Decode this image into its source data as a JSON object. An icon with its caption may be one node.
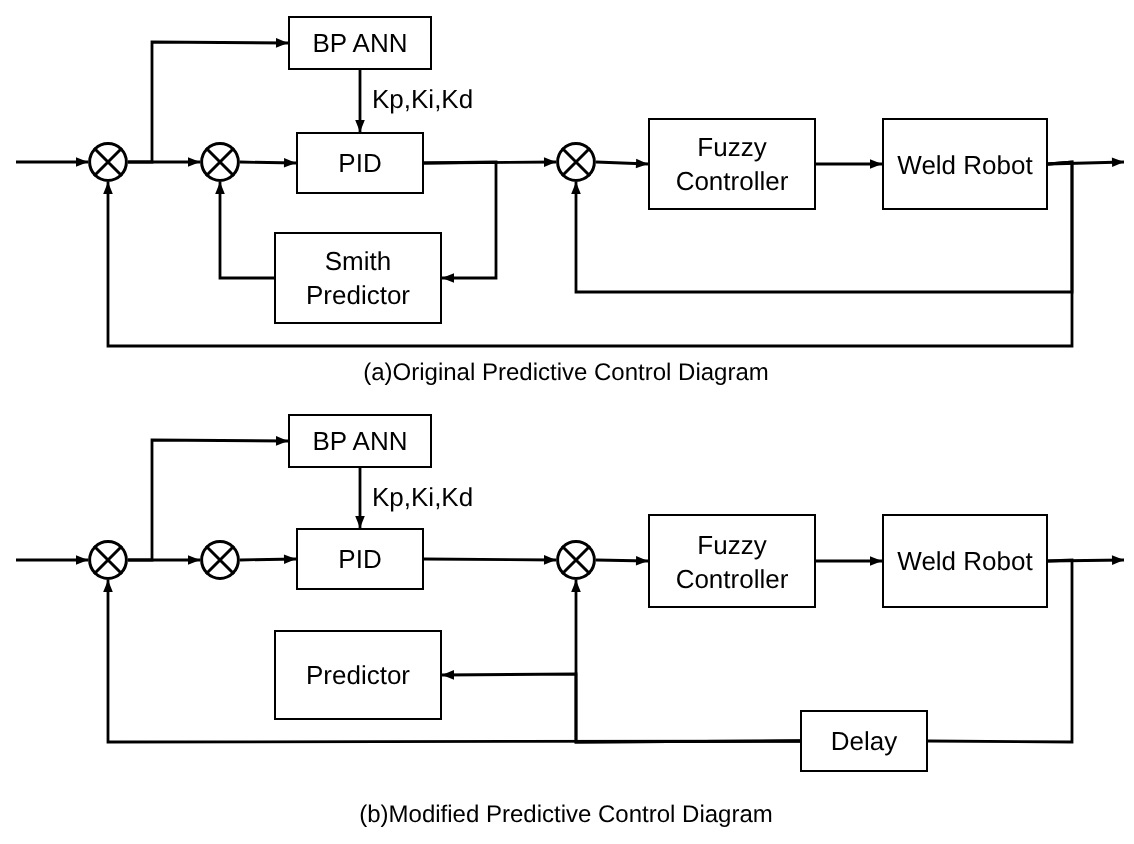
{
  "diagram": {
    "nodes": [
      {
        "text": [],
        "shape": "circle"
      },
      {
        "text": [
          "BP ANN"
        ]
      },
      {
        "text": [],
        "shape": "circle"
      },
      {
        "text": [
          "PID"
        ]
      },
      {
        "text": [
          "Smith Predictor"
        ]
      },
      {
        "text": [],
        "shape": "circle"
      },
      {
        "text": [
          "Fuzzy Controller"
        ]
      },
      {
        "text": [
          "Weld Robot"
        ]
      },
      {
        "text": [],
        "shape": "circle"
      },
      {
        "text": [
          "BP ANN"
        ]
      },
      {
        "text": [],
        "shape": "circle"
      },
      {
        "text": [
          "PID"
        ]
      },
      {
        "text": [
          "Predictor"
        ]
      },
      {
        "text": [],
        "shape": "circle"
      },
      {
        "text": [
          "Fuzzy Controller"
        ]
      },
      {
        "text": [
          "Weld Robot"
        ]
      },
      {
        "text": [
          "Delay"
        ]
      }
    ],
    "edges": [
      {
        "from": null,
        "to": 0,
        "arrow": "to"
      },
      {
        "from": 0,
        "to": 1,
        "arrow": "to"
      },
      {
        "from": 0,
        "to": 2,
        "arrow": "to"
      },
      {
        "from": 2,
        "to": 3,
        "arrow": "to"
      },
      {
        "from": 1,
        "to": 3,
        "arrow": "to",
        "label": "Kp,Ki,Kd"
      },
      {
        "from": 3,
        "to": 5,
        "arrow": "to"
      },
      {
        "from": 3,
        "to": 4,
        "arrow": "to"
      },
      {
        "from": 4,
        "to": 2,
        "arrow": "to"
      },
      {
        "from": 5,
        "to": 6,
        "arrow": "to"
      },
      {
        "from": 6,
        "to": 7,
        "arrow": "to"
      },
      {
        "from": 7,
        "to": null,
        "arrow": "to"
      },
      {
        "from": 7,
        "to": 5,
        "arrow": "to"
      },
      {
        "from": 7,
        "to": 0,
        "arrow": "to"
      },
      {
        "from": null,
        "to": 8,
        "arrow": "to"
      },
      {
        "from": 8,
        "to": 9,
        "arrow": "to"
      },
      {
        "from": 8,
        "to": 10,
        "arrow": "to"
      },
      {
        "from": 10,
        "to": 11,
        "arrow": "to"
      },
      {
        "from": 9,
        "to": 11,
        "arrow": "to",
        "label": "Kp,Ki,Kd"
      },
      {
        "from": 11,
        "to": 13,
        "arrow": "to"
      },
      {
        "from": 13,
        "to": 14,
        "arrow": "to"
      },
      {
        "from": 14,
        "to": 15,
        "arrow": "to"
      },
      {
        "from": 15,
        "to": null,
        "arrow": "to"
      },
      {
        "from": 15,
        "to": 16,
        "arrow": "none"
      },
      {
        "from": 16,
        "to": 8,
        "arrow": "to"
      },
      {
        "from": 16,
        "to": 13,
        "arrow": "to"
      },
      {
        "from": 16,
        "to": 12,
        "arrow": "to"
      }
    ],
    "labels": [
      "(a)Original Predictive Control Diagram",
      "(b)Modified Predictive Control Diagram"
    ]
  }
}
